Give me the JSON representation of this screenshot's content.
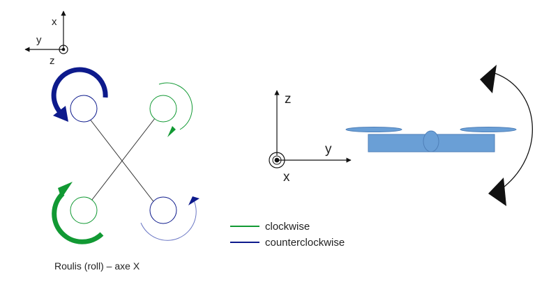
{
  "colors": {
    "clockwise": "#119933",
    "counterclockwise": "#0d1a8c",
    "drone_body": "#6a9fd6",
    "drone_edge": "#4f7fb8",
    "arms": "#333333",
    "roll_arrow": "#111111"
  },
  "axes_top_left": {
    "x": "x",
    "y": "y",
    "z": "z"
  },
  "axes_side_view": {
    "z": "z",
    "y": "y",
    "x": "x"
  },
  "legend": {
    "clockwise": "clockwise",
    "counterclockwise": "counterclockwise"
  },
  "caption": "Roulis (roll) – axe X",
  "icons": {
    "out_of_page_axis": "circle-dot-icon",
    "roll_rotation": "curved-double-arrow-icon"
  }
}
